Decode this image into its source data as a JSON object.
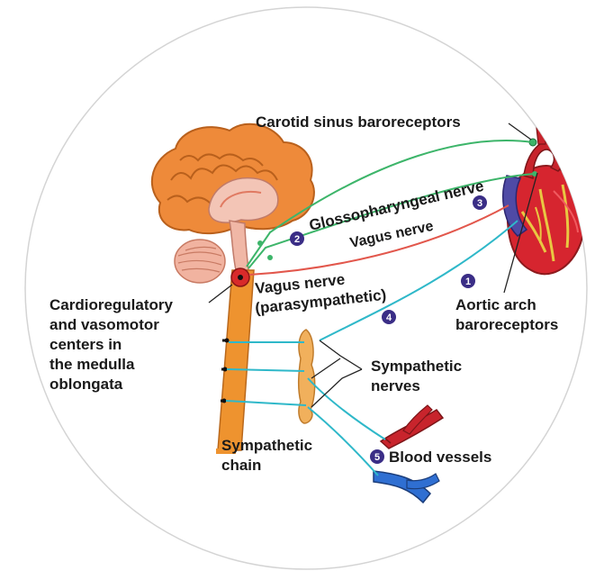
{
  "labels": {
    "carotid": "Carotid sinus baroreceptors",
    "glosso": "Glossopharyngeal nerve",
    "vagus_upper": "Vagus nerve",
    "vagus_lower_1": "Vagus nerve",
    "vagus_lower_2": "(parasympathetic)",
    "cardio_1": "Cardioregulatory",
    "cardio_2": "and vasomotor",
    "cardio_3": "centers in",
    "cardio_4": "the medulla",
    "cardio_5": "oblongata",
    "aortic_1": "Aortic arch",
    "aortic_2": "baroreceptors",
    "symp_nerves_1": "Sympathetic",
    "symp_nerves_2": "nerves",
    "symp_chain_1": "Sympathetic",
    "symp_chain_2": "chain",
    "blood_vessels": "Blood vessels"
  },
  "steps": {
    "s1": "1",
    "s2": "2",
    "s3": "3",
    "s4": "4",
    "s5": "5"
  },
  "colors": {
    "background": "#ffffff",
    "circle_border": "#cfcfcf",
    "brain": "#e8873a",
    "brain_inner": "#f2c6b8",
    "spinal_cord": "#e8902e",
    "green_nerve": "#3db56a",
    "red_nerve": "#e2574c",
    "cyan_nerve": "#2fb8c9",
    "heart": "#d8262f",
    "artery": "#c8242c",
    "vein": "#2d6fd0",
    "step_badge": "#3a2d86"
  }
}
